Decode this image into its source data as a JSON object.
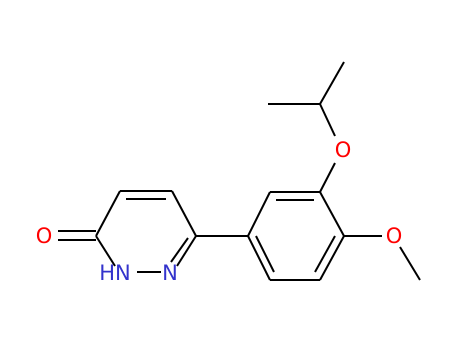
{
  "diagram": {
    "type": "chemical-structure",
    "colors": {
      "bond": "#000000",
      "oxygen": "#ff0000",
      "nitrogen": "#3333cc"
    },
    "atom_labels": {
      "carbonyl_oxygen": "O",
      "nh_group": "HN",
      "ring_nitrogen": "N",
      "ether_oxygen_isopropoxy": "O",
      "ether_oxygen_methoxy": "O"
    }
  }
}
